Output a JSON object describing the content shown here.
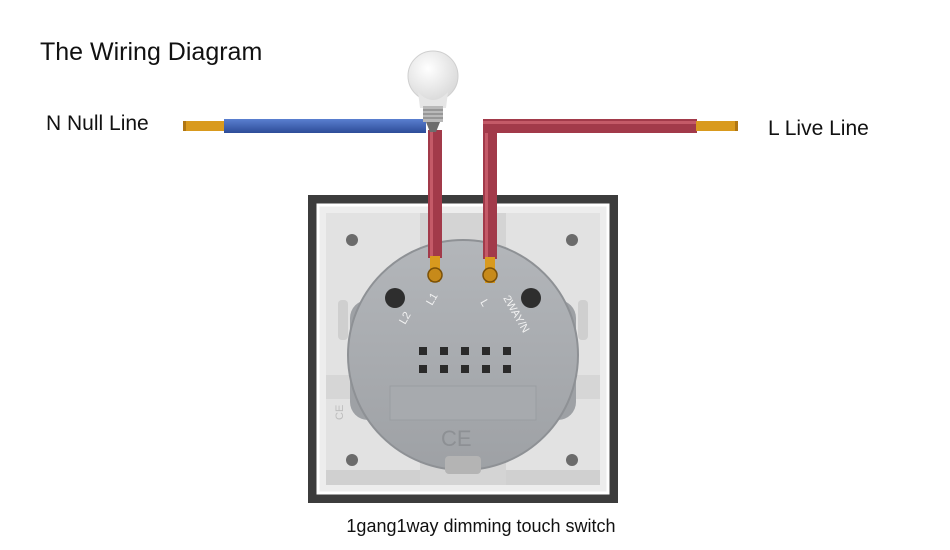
{
  "title": "The Wiring Diagram",
  "labels": {
    "null_line": "N Null Line",
    "live_line": "L Live Line"
  },
  "terminals": {
    "l2": "L2",
    "l1": "L1",
    "l": "L",
    "twoway": "2WAY/N"
  },
  "ce_mark": "CE",
  "caption": "1gang1way dimming touch switch",
  "colors": {
    "null_wire": "#3a5fb0",
    "live_wire": "#a23a4a",
    "copper": "#d99a1e",
    "panel": "#3c3c3c",
    "module": "#a9acb0"
  }
}
